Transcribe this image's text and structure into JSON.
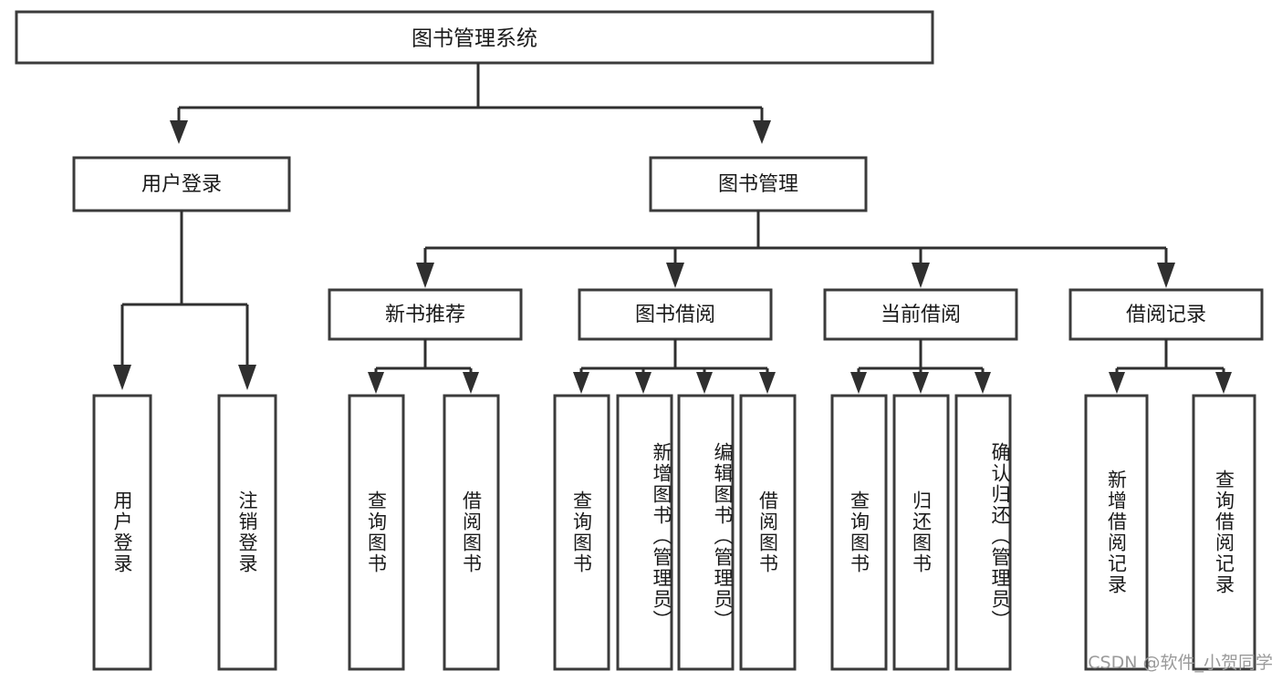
{
  "diagram": {
    "title": "图书管理系统",
    "type": "tree-hierarchy-diagram",
    "colors": {
      "box_stroke": "#3b3b3b",
      "box_fill": "#ffffff",
      "connector": "#2f2f2f",
      "text": "#1a1a1a",
      "watermark": "#9a9a9a",
      "background": "#ffffff"
    },
    "root": {
      "label": "图书管理系统"
    },
    "level2": [
      {
        "label": "用户登录"
      },
      {
        "label": "图书管理"
      }
    ],
    "level3": [
      {
        "label": "新书推荐"
      },
      {
        "label": "图书借阅"
      },
      {
        "label": "当前借阅"
      },
      {
        "label": "借阅记录"
      }
    ],
    "leaves": {
      "user_login": [
        {
          "label": "用户登录"
        },
        {
          "label": "注销登录"
        }
      ],
      "new_book_recommend": [
        {
          "label": "查询图书"
        },
        {
          "label": "借阅图书"
        }
      ],
      "book_borrow": [
        {
          "label": "查询图书"
        },
        {
          "label": "新增图书（管理员）"
        },
        {
          "label": "编辑图书（管理员）"
        },
        {
          "label": "借阅图书"
        }
      ],
      "current_borrow": [
        {
          "label": "查询图书"
        },
        {
          "label": "归还图书"
        },
        {
          "label": "确认归还（管理员）"
        }
      ],
      "borrow_records": [
        {
          "label": "新增借阅记录"
        },
        {
          "label": "查询借阅记录"
        }
      ]
    },
    "watermark": "CSDN @软件_小贺同学"
  }
}
